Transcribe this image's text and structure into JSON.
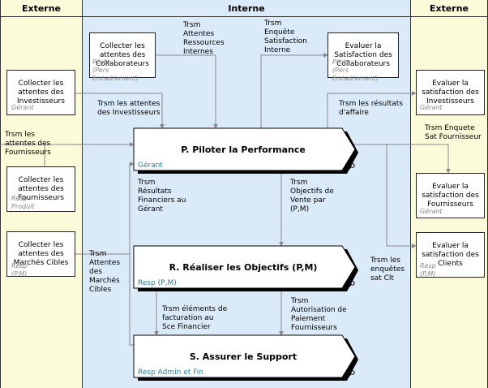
{
  "lanes": {
    "left": "Externe",
    "center": "Interne",
    "right": "Externe"
  },
  "boxes": {
    "collect_collab": "Collecter les\nattentes des\nCollaborateurs",
    "eval_collab": "Evaluer la\nSatisfaction des\nCollaborateurs",
    "collect_invest": "Collecter les\nattentes des\nInvestisseurs",
    "collect_fourn": "Collecter les\nattentes des\nFournisseurs",
    "collect_march": "Collecter les\nattentes des\nMarchés Cibles",
    "eval_invest": "Evaluer la\nsatisfaction des\nInvestisseurs",
    "eval_fourn": "Evaluer la\nsatisfaction des\nFournisseurs",
    "eval_clients": "Evaluer la\nsatisfaction des\nClients"
  },
  "owners": {
    "collect_collab": "Pilote\n(Pers\nEncadrement)",
    "eval_collab": "Pilote\n(Pers\nEncadrement)",
    "collect_invest": "Gérant",
    "collect_fourn": "Resp\nProduit",
    "collect_march": "Resp\n(P,M)",
    "eval_invest": "Gérant",
    "eval_fourn": "Gérant",
    "eval_clients": "Resp\n(P,M)"
  },
  "processes": {
    "p": {
      "title": "P. Piloter la Performance",
      "role": "Gérant"
    },
    "r": {
      "title": "R. Réaliser les Objectifs (P,M)",
      "role": "Resp (P,M)"
    },
    "s": {
      "title": "S. Assurer le Support",
      "role": "Resp Admin et Fin"
    }
  },
  "flows": {
    "attentes_ressources": "Trsm\nAttentes\nRessources\nInternes",
    "enquete_satisfaction": "Trsm\nEnquête\nSatisfaction\nInterne",
    "attentes_investisseurs": "Trsm les attentes\ndes Investisseurs",
    "resultats_affaire": "Trsm les résultats\nd'affaire",
    "attentes_fournisseurs": "Trsm les\nattentes des\nFournisseurs",
    "enquete_fournisseur": "Trsm Enquete\nSat Fournisseur",
    "resultats_financiers": "Trsm\nRésultats\nFinanciers au\nGérant",
    "objectifs_vente": "Trsm\nObjectifs de\nVente par\n(P,M)",
    "attentes_marches": "Trsm\nAttentes\ndes\nMarchés\nCibles",
    "enquetes_clt": "Trsm les\nenquêtes\nsat Clt",
    "elements_facturation": "Trsm éléments de\nfacturation au\nSce Financier",
    "autorisation_paiement": "Trsm\nAutorisation de\nPaiement\nFournisseurs"
  },
  "colors": {
    "external_lane": "#fbfbd9",
    "internal_lane": "#dbeaf8",
    "role_text": "#2f7f8f",
    "arrow": "#888888"
  }
}
